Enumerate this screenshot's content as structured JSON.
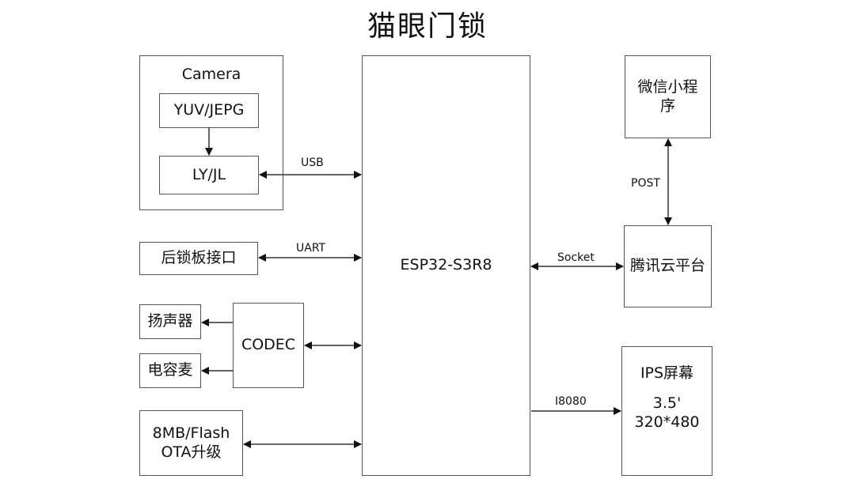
{
  "title": "猫眼门锁",
  "camera": {
    "label": "Camera",
    "yuv": "YUV/JEPG",
    "ly": "LY/JL"
  },
  "left": {
    "lock_port": "后锁板接口",
    "codec": "CODEC",
    "speaker": "扬声器",
    "mic": "电容麦",
    "flash_line1": "8MB/Flash",
    "flash_line2": "OTA升级"
  },
  "center": {
    "mcu": "ESP32-S3R8"
  },
  "right": {
    "wechat": "微信小程序",
    "cloud": "腾讯云平台",
    "ips_title": "IPS屏幕",
    "ips_size": "3.5'",
    "ips_res": "320*480"
  },
  "links": {
    "usb": "USB",
    "uart": "UART",
    "socket": "Socket",
    "post": "POST",
    "i8080": "I8080"
  }
}
